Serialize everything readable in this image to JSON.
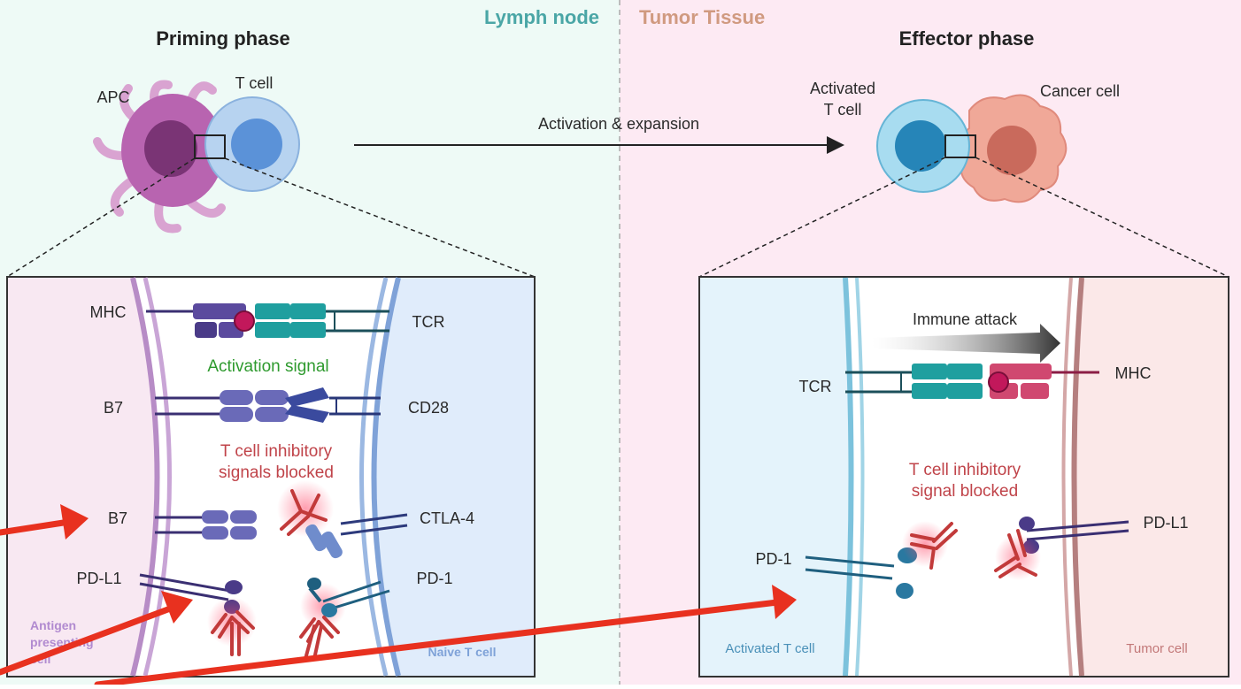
{
  "regions": {
    "lymph_node": "Lymph node",
    "tumor_tissue": "Tumor Tissue"
  },
  "phases": {
    "priming": "Priming phase",
    "effector": "Effector phase"
  },
  "cells": {
    "apc": "APC",
    "t_cell": "T cell",
    "activated_t_cell_line1": "Activated",
    "activated_t_cell_line2": "T cell",
    "cancer_cell": "Cancer cell"
  },
  "arrow_label": "Activation & expansion",
  "left_panel": {
    "mhc": "MHC",
    "tcr": "TCR",
    "activation_signal": "Activation signal",
    "b7_top": "B7",
    "cd28": "CD28",
    "inhibitory_line1": "T cell inhibitory",
    "inhibitory_line2": "signals blocked",
    "b7_bottom": "B7",
    "ctla4": "CTLA-4",
    "pdl1": "PD-L1",
    "pd1": "PD-1",
    "apc_cell_line1": "Antigen",
    "apc_cell_line2": "presenting",
    "apc_cell_line3": "cell",
    "naive_t_cell": "Naive T cell"
  },
  "right_panel": {
    "immune_attack": "Immune attack",
    "tcr": "TCR",
    "mhc": "MHC",
    "inhibitory_line1": "T cell inhibitory",
    "inhibitory_line2": "signal blocked",
    "pd1": "PD-1",
    "pdl1": "PD-L1",
    "activated_t_cell": "Activated T cell",
    "tumor_cell": "Tumor cell"
  },
  "colors": {
    "lymph_bg": "#eefaf6",
    "tumor_bg": "#fdeaf3",
    "lymph_title": "#4aa6a6",
    "tumor_title": "#d09a80",
    "activation_green": "#2e9a2e",
    "inhibitory_red": "#c0444a",
    "annotation_arrow": "#e8311f",
    "receptor_teal": "#1f9f9f",
    "receptor_purple": "#5a4a9e",
    "antibody_red": "#c23a3a"
  }
}
